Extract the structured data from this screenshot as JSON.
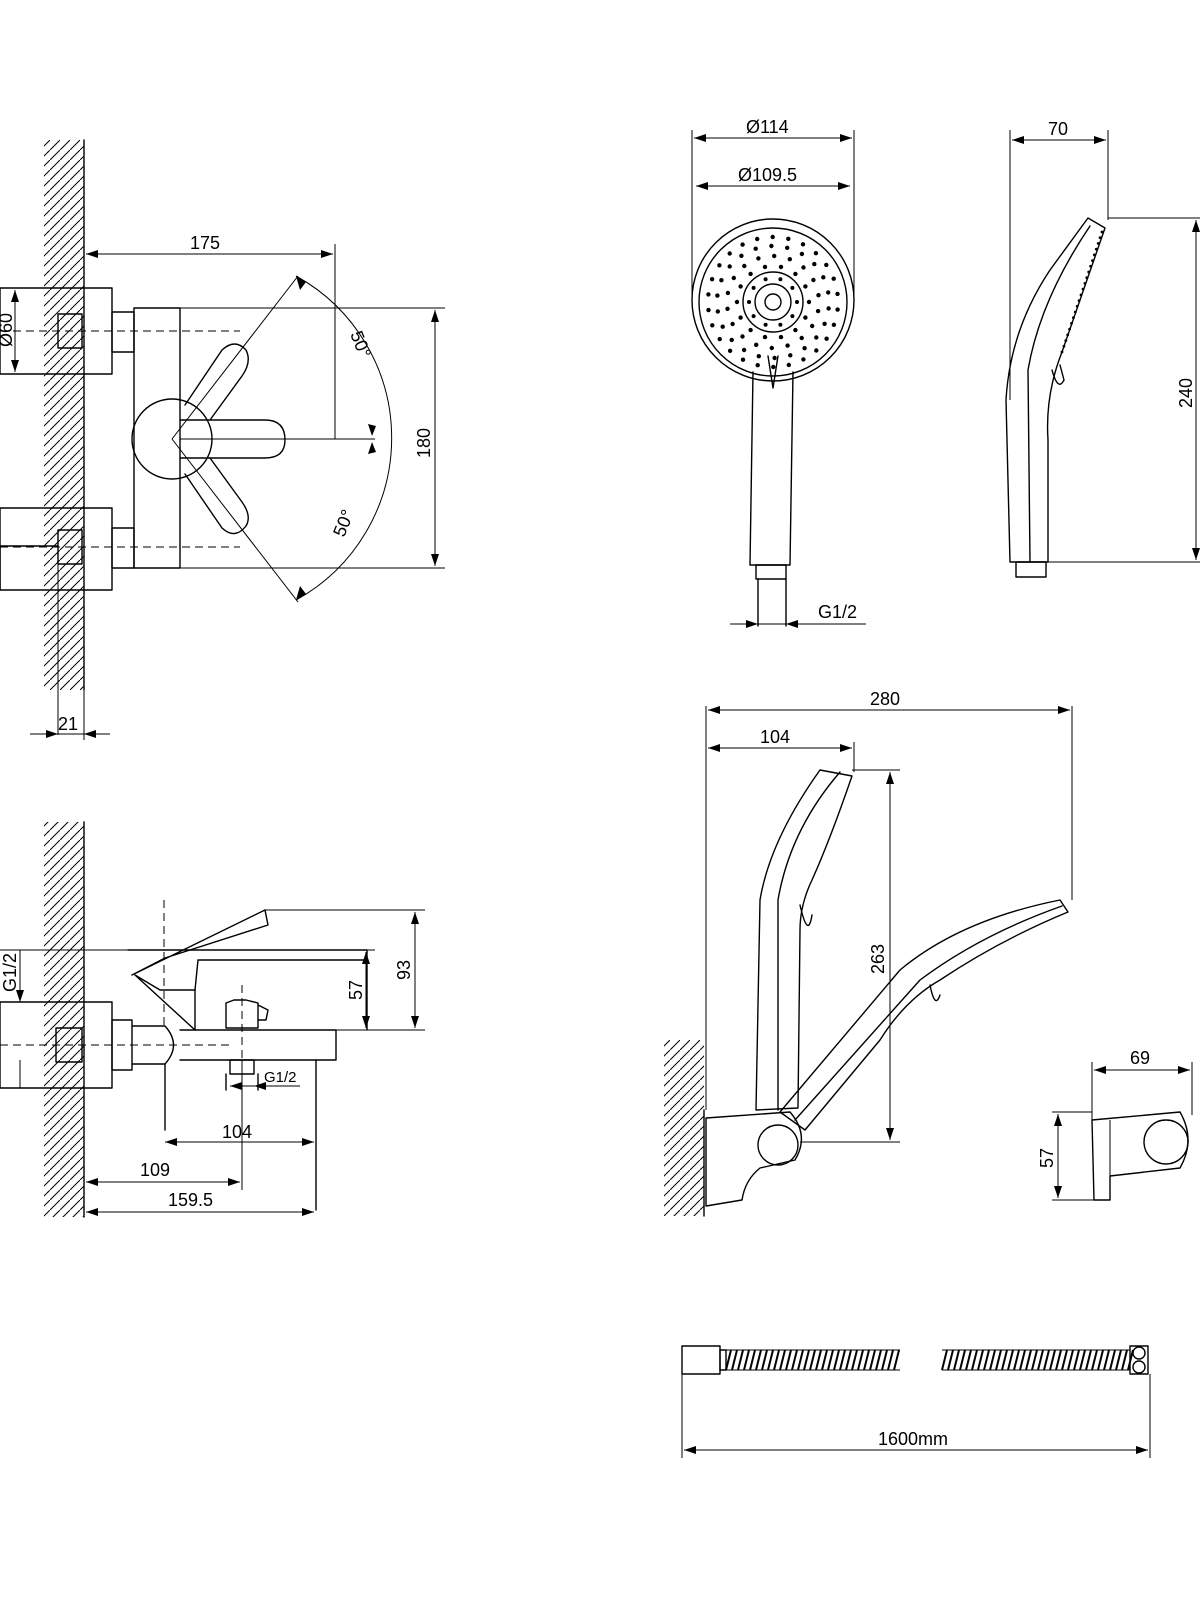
{
  "labels": {
    "front_width": "175",
    "front_height": "180",
    "front_angle_top": "50°",
    "front_angle_bottom": "50°",
    "front_dia": "Ø60",
    "front_wall": "21",
    "head_outer_dia": "Ø114",
    "head_inner_dia": "Ø109.5",
    "head_thread": "G1/2",
    "head_side_width": "70",
    "head_side_height": "240",
    "side_thread_left": "G1/2",
    "side_outlet_thread": "G1/2",
    "side_h_small": "57",
    "side_h_large": "93",
    "side_d_104": "104",
    "side_d_109": "109",
    "side_d_159": "159.5",
    "holder_total": "280",
    "holder_reach": "104",
    "holder_height": "263",
    "bracket_width": "69",
    "bracket_height": "57",
    "hose_length": "1600mm"
  }
}
